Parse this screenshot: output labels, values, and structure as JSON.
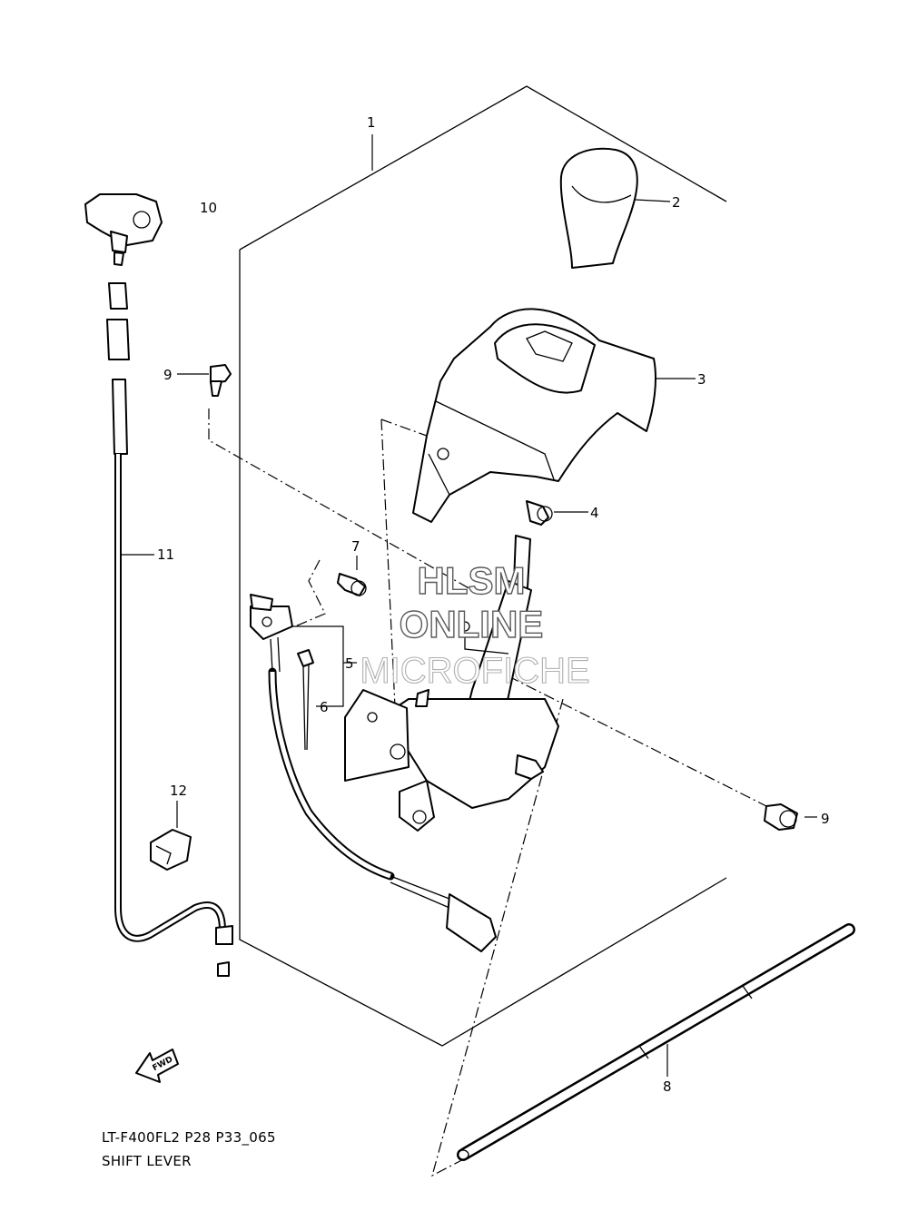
{
  "callouts": [
    {
      "key": "1",
      "text": "1"
    },
    {
      "key": "2",
      "text": "2"
    },
    {
      "key": "3",
      "text": "3"
    },
    {
      "key": "4",
      "text": "4"
    },
    {
      "key": "5",
      "text": "5"
    },
    {
      "key": "6",
      "text": "6"
    },
    {
      "key": "7",
      "text": "7"
    },
    {
      "key": "8",
      "text": "8"
    },
    {
      "key": "9a",
      "text": "9"
    },
    {
      "key": "9b",
      "text": "9"
    },
    {
      "key": "10",
      "text": "10"
    },
    {
      "key": "11",
      "text": "11"
    },
    {
      "key": "12",
      "text": "12"
    }
  ],
  "caption": {
    "model_code": "LT-F400FL2 P28 P33_065",
    "title": "SHIFT LEVER"
  },
  "watermark": {
    "line1": "HLSM",
    "line2": "ONLINE",
    "line3": "MICROFICHE"
  },
  "fwd_label": "FWD"
}
